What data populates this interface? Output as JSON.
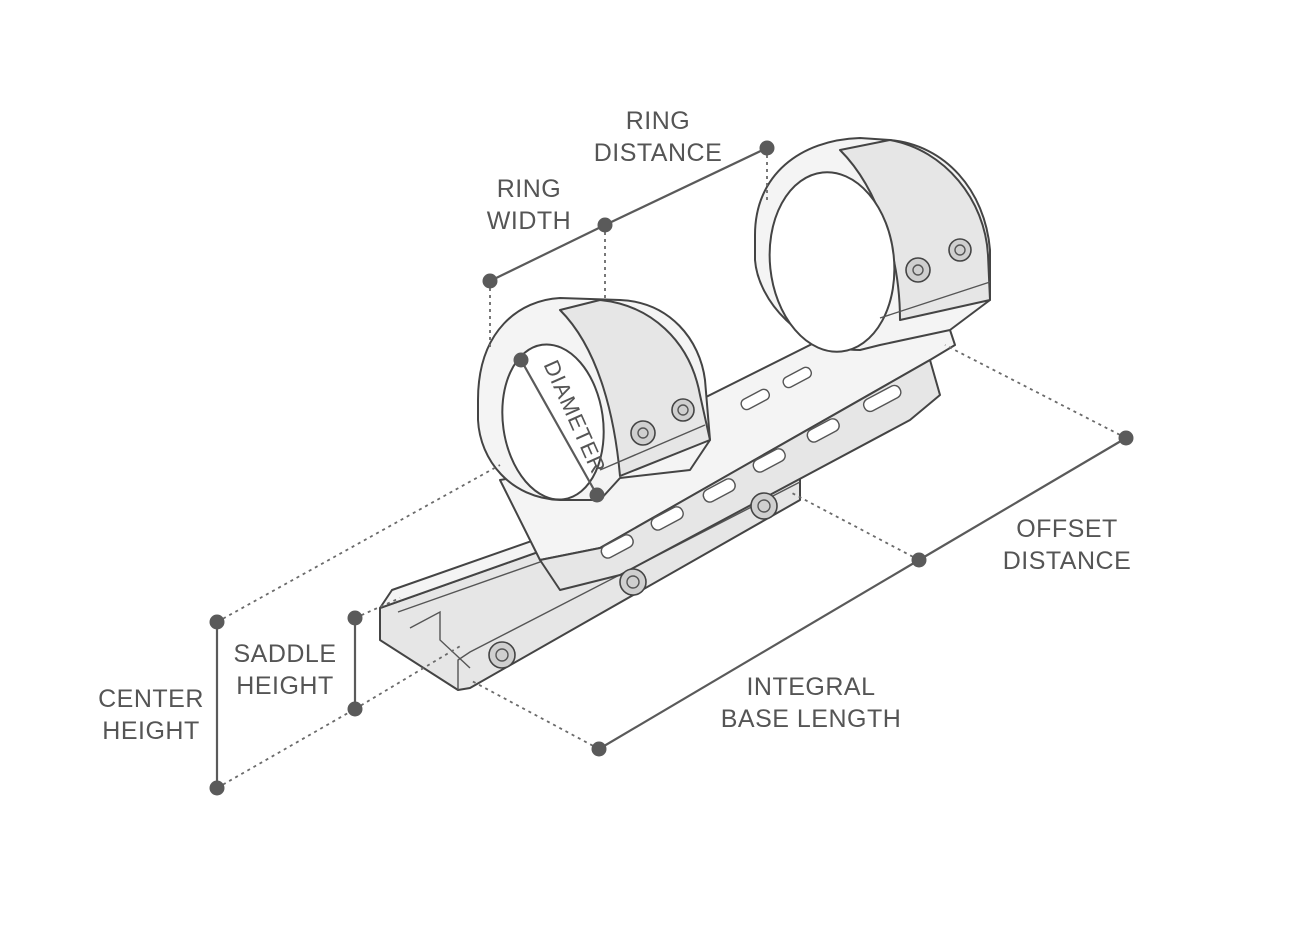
{
  "labels": {
    "ring_distance": [
      "RING",
      "DISTANCE"
    ],
    "ring_width": [
      "RING",
      "WIDTH"
    ],
    "diameter": "DIAMETER",
    "offset_distance": [
      "OFFSET",
      "DISTANCE"
    ],
    "saddle_height": [
      "SADDLE",
      "HEIGHT"
    ],
    "center_height": [
      "CENTER",
      "HEIGHT"
    ],
    "integral_base_length": [
      "INTEGRAL",
      "BASE LENGTH"
    ]
  },
  "colors": {
    "label_text": "#555555",
    "dimension_line": "#5a5a5a",
    "background": "#ffffff"
  }
}
